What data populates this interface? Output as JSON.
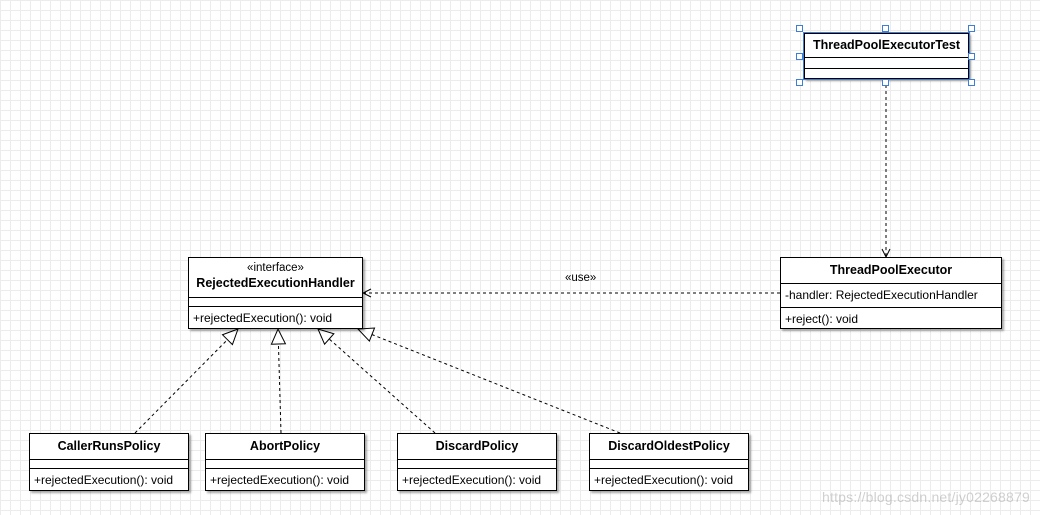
{
  "diagram": {
    "client": {
      "name": "ThreadPoolExecutorTest",
      "attributes": [
        ""
      ],
      "operations": [
        ""
      ]
    },
    "executor": {
      "name": "ThreadPoolExecutor",
      "attributes": [
        "-handler: RejectedExecutionHandler"
      ],
      "operations": [
        "+reject(): void"
      ]
    },
    "handler": {
      "stereotype": "«interface»",
      "name": "RejectedExecutionHandler",
      "attributes": [
        ""
      ],
      "operations": [
        "+rejectedExecution(): void"
      ]
    },
    "policies": [
      {
        "name": "CallerRunsPolicy",
        "operations": [
          "+rejectedExecution(): void"
        ]
      },
      {
        "name": "AbortPolicy",
        "operations": [
          "+rejectedExecution(): void"
        ]
      },
      {
        "name": "DiscardPolicy",
        "operations": [
          "+rejectedExecution(): void"
        ]
      },
      {
        "name": "DiscardOldestPolicy",
        "operations": [
          "+rejectedExecution(): void"
        ]
      }
    ],
    "use_label": "«use»",
    "relations": [
      {
        "from": "ThreadPoolExecutorTest",
        "to": "ThreadPoolExecutor",
        "type": "dependency"
      },
      {
        "from": "ThreadPoolExecutor",
        "to": "RejectedExecutionHandler",
        "type": "dependency",
        "label": "«use»"
      },
      {
        "from": "CallerRunsPolicy",
        "to": "RejectedExecutionHandler",
        "type": "realization"
      },
      {
        "from": "AbortPolicy",
        "to": "RejectedExecutionHandler",
        "type": "realization"
      },
      {
        "from": "DiscardPolicy",
        "to": "RejectedExecutionHandler",
        "type": "realization"
      },
      {
        "from": "DiscardOldestPolicy",
        "to": "RejectedExecutionHandler",
        "type": "realization"
      }
    ],
    "selected": "ThreadPoolExecutorTest",
    "selection_color": "#3f7ed6"
  },
  "watermark": "https://blog.csdn.net/jy02268879"
}
